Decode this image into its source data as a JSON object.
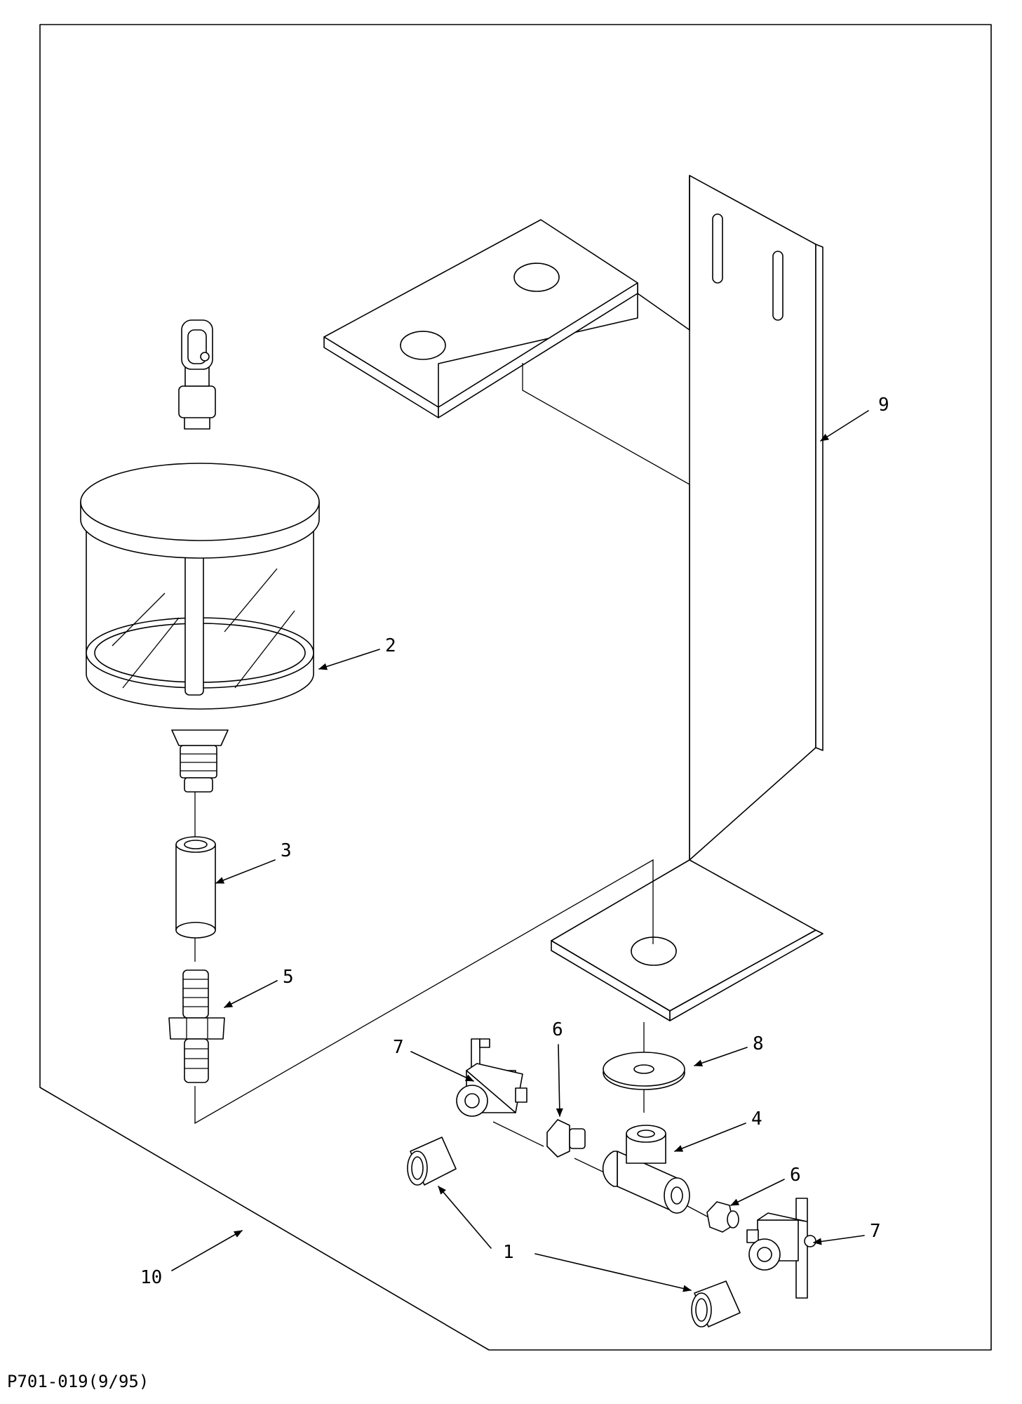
{
  "drawing_code": "P701-019(9/95)",
  "callouts": [
    {
      "id": "part-1",
      "text": "1"
    },
    {
      "id": "part-2",
      "text": "2"
    },
    {
      "id": "part-3",
      "text": "3"
    },
    {
      "id": "part-4",
      "text": "4"
    },
    {
      "id": "part-5",
      "text": "5"
    },
    {
      "id": "part-6a",
      "text": "6"
    },
    {
      "id": "part-6b",
      "text": "6"
    },
    {
      "id": "part-7a",
      "text": "7"
    },
    {
      "id": "part-7b",
      "text": "7"
    },
    {
      "id": "part-8",
      "text": "8"
    },
    {
      "id": "part-9",
      "text": "9"
    },
    {
      "id": "part-10",
      "text": "10"
    }
  ]
}
